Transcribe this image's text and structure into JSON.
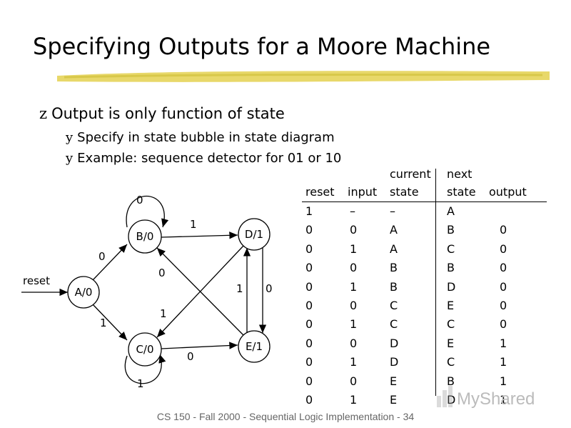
{
  "title": "Specifying Outputs for a Moore Machine",
  "bullets": [
    {
      "mark": "z",
      "text": "Output is only function of state"
    },
    {
      "mark": "y",
      "text": "Specify in state bubble in state diagram"
    },
    {
      "mark": "y",
      "text": "Example: sequence detector for 01 or 10"
    }
  ],
  "diagram": {
    "states": [
      "A/0",
      "B/0",
      "C/0",
      "D/1",
      "E/1"
    ],
    "reset_label": "reset",
    "edge_labels": {
      "a_to_b": "0",
      "a_to_c": "1",
      "b_self": "0",
      "c_self": "1",
      "b_to_d": "1",
      "c_to_e": "0",
      "e_to_b": "0",
      "d_to_c": "1",
      "e_to_d": "1",
      "d_to_e": "0"
    }
  },
  "table": {
    "header_top": [
      "",
      "",
      "current",
      "next",
      ""
    ],
    "header_bottom": [
      "reset",
      "input",
      "state",
      "state",
      "output"
    ],
    "rows": [
      [
        "1",
        "–",
        "–",
        "A",
        ""
      ],
      [
        "0",
        "0",
        "A",
        "B",
        "0"
      ],
      [
        "0",
        "1",
        "A",
        "C",
        "0"
      ],
      [
        "0",
        "0",
        "B",
        "B",
        "0"
      ],
      [
        "0",
        "1",
        "B",
        "D",
        "0"
      ],
      [
        "0",
        "0",
        "C",
        "E",
        "0"
      ],
      [
        "0",
        "1",
        "C",
        "C",
        "0"
      ],
      [
        "0",
        "0",
        "D",
        "E",
        "1"
      ],
      [
        "0",
        "1",
        "D",
        "C",
        "1"
      ],
      [
        "0",
        "0",
        "E",
        "B",
        "1"
      ],
      [
        "0",
        "1",
        "E",
        "D",
        "1"
      ]
    ]
  },
  "footer": "CS 150 - Fall 2000 - Sequential Logic Implementation - 34",
  "watermark": "MyShared",
  "colors": {
    "underline": "#e8d86a",
    "footer": "#666666"
  }
}
